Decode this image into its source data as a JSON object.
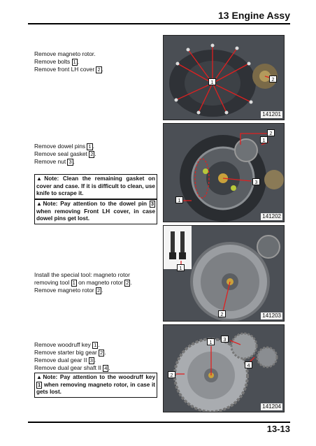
{
  "header": {
    "title": "13 Engine Assy"
  },
  "footer": {
    "page_number": "13-13"
  },
  "sections": [
    {
      "lines": [
        {
          "text": "Remove magneto rotor."
        },
        {
          "text": "Remove bolts ",
          "ref": "1",
          "after": "."
        },
        {
          "text": "Remove front LH cover ",
          "ref": "2",
          "after": "."
        }
      ],
      "photo": {
        "code": "141201",
        "callouts": [
          "1",
          "2"
        ]
      }
    },
    {
      "lines": [
        {
          "text": "Remove dowel pins ",
          "ref": "1",
          "after": "."
        },
        {
          "text": "Remove seal gasket ",
          "ref": "2",
          "after": "."
        },
        {
          "text": "Remove nut ",
          "ref": "3",
          "after": "."
        }
      ],
      "notes": [
        {
          "marker": "▲",
          "label": "Note:",
          "text": "Clean the remaining gasket on cover and case. If it is difficult to clean, use knife to scrape it."
        },
        {
          "marker": "▲",
          "label": "Note:",
          "pre_ref": "Pay attention to the dowel pin ",
          "ref": "3",
          "text": " when removing Front LH cover, in case dowel pins get lost."
        }
      ],
      "photo": {
        "code": "141202",
        "callouts": [
          "2",
          "1",
          "3",
          "1"
        ]
      }
    },
    {
      "lines": [
        {
          "text": "Install the special tool: magneto rotor"
        },
        {
          "text": "removing tool ",
          "ref": "1",
          "after": " on magneto rotor ",
          "ref2": "2",
          "after2": "."
        },
        {
          "text": "Remove magneto rotor ",
          "ref": "2",
          "after": "."
        }
      ],
      "photo": {
        "code": "141203",
        "callouts": [
          "1",
          "2"
        ]
      }
    },
    {
      "lines": [
        {
          "text": "Remove woodruff key ",
          "ref": "1",
          "after": "."
        },
        {
          "text": "Remove starter big gear ",
          "ref": "2",
          "after": "."
        },
        {
          "text": "Remove dual gear II ",
          "ref": "3",
          "after": "."
        },
        {
          "text": "Remove dual gear shaft II ",
          "ref": "4",
          "after": "."
        }
      ],
      "notes": [
        {
          "marker": "▲",
          "label": "Note:",
          "pre_ref": "Pay attention to the woodruff key ",
          "ref": "1",
          "text": " when removing magneto rotor, in case it gets lost."
        }
      ],
      "photo": {
        "code": "141204",
        "callouts": [
          "1",
          "3",
          "4",
          "2"
        ]
      }
    }
  ]
}
